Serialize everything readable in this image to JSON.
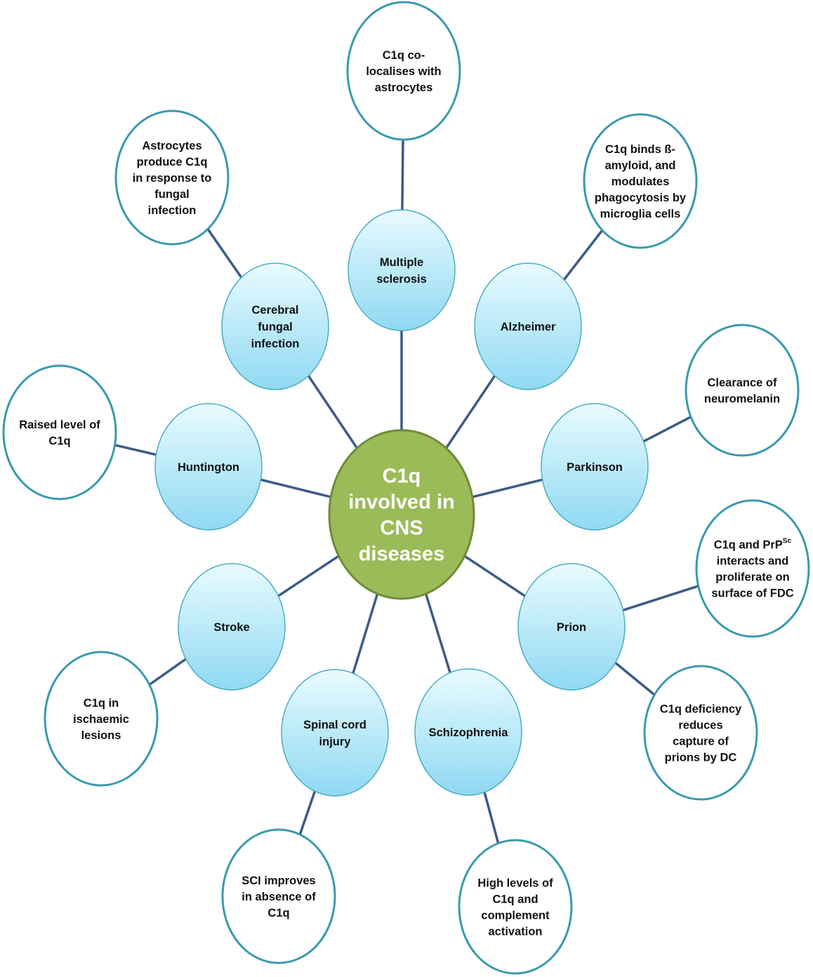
{
  "center": {
    "lines": [
      "C1q",
      "involved in",
      "CNS",
      "diseases"
    ]
  },
  "diseases": [
    {
      "id": "multiple-sclerosis",
      "lines": [
        "Multiple",
        "sclerosis"
      ]
    },
    {
      "id": "alzheimer",
      "lines": [
        "Alzheimer"
      ]
    },
    {
      "id": "parkinson",
      "lines": [
        "Parkinson"
      ]
    },
    {
      "id": "prion",
      "lines": [
        "Prion"
      ]
    },
    {
      "id": "schizophrenia",
      "lines": [
        "Schizophrenia"
      ]
    },
    {
      "id": "spinal-cord-injury",
      "lines": [
        "Spinal cord",
        "injury"
      ]
    },
    {
      "id": "stroke",
      "lines": [
        "Stroke"
      ]
    },
    {
      "id": "huntington",
      "lines": [
        "Huntington"
      ]
    },
    {
      "id": "cerebral-fungal-infection",
      "lines": [
        "Cerebral",
        "fungal",
        "infection"
      ]
    }
  ],
  "findings": [
    {
      "id": "ms-finding",
      "disease": "multiple-sclerosis",
      "lines": [
        "C1q co-",
        "localises with",
        "astrocytes"
      ]
    },
    {
      "id": "alzheimer-finding",
      "disease": "alzheimer",
      "lines": [
        "C1q binds ß-",
        "amyloid, and",
        "modulates",
        "phagocytosis by",
        "microglia cells"
      ]
    },
    {
      "id": "parkinson-finding",
      "disease": "parkinson",
      "lines": [
        "Clearance of",
        "neuromelanin"
      ]
    },
    {
      "id": "prion-finding-1",
      "disease": "prion",
      "lines": [
        "C1q and PrP^Sc",
        "interacts and",
        "proliferate on",
        "surface of FDC"
      ]
    },
    {
      "id": "prion-finding-2",
      "disease": "prion",
      "lines": [
        "C1q deficiency",
        "reduces",
        "capture of",
        "prions by DC"
      ]
    },
    {
      "id": "schizophrenia-finding",
      "disease": "schizophrenia",
      "lines": [
        "High levels of",
        "C1q and",
        "complement",
        "activation"
      ]
    },
    {
      "id": "sci-finding",
      "disease": "spinal-cord-injury",
      "lines": [
        "SCI improves",
        "in absence of",
        "C1q"
      ]
    },
    {
      "id": "stroke-finding",
      "disease": "stroke",
      "lines": [
        "C1q in",
        "ischaemic",
        "lesions"
      ]
    },
    {
      "id": "huntington-finding",
      "disease": "huntington",
      "lines": [
        "Raised level of",
        "C1q"
      ]
    },
    {
      "id": "fungal-finding",
      "disease": "cerebral-fungal-infection",
      "lines": [
        "Astrocytes",
        "produce C1q",
        "in response to",
        "fungal",
        "infection"
      ]
    }
  ],
  "colors": {
    "connector": "#3b5c86",
    "hub_fill": "#9bbb59",
    "hub_stroke": "#6e8c38",
    "disease_fill_top": "#e9fbff",
    "disease_fill_bottom": "#8fd9f2",
    "disease_stroke": "#4bacc6",
    "finding_stroke": "#3a9aae",
    "finding_fill": "#ffffff"
  }
}
